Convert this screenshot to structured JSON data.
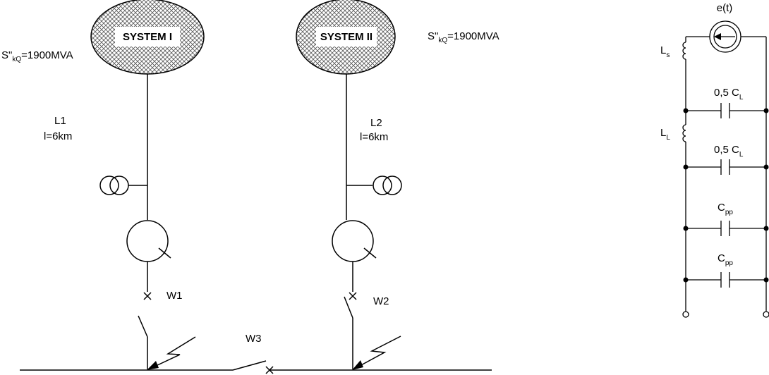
{
  "systems": [
    {
      "label": "SYSTEM I",
      "power_prefix": "S\"",
      "power_sub": "kQ",
      "power_value": "=1900MVA"
    },
    {
      "label": "SYSTEM II",
      "power_prefix": "S\"",
      "power_sub": "kQ",
      "power_value": "=1900MVA"
    }
  ],
  "lines": [
    {
      "name": "L1",
      "length": "l=6km"
    },
    {
      "name": "L2",
      "length": "l=6km"
    }
  ],
  "breakers": [
    "W1",
    "W2",
    "W3"
  ],
  "equivalent_circuit": {
    "source": "e(t)",
    "ls_main": "L",
    "ls_sub": "s",
    "ll_main": "L",
    "ll_sub": "L",
    "c_half_1_main": "0,5 C",
    "c_half_1_sub": "L",
    "c_half_2_main": "0,5 C",
    "c_half_2_sub": "L",
    "cpp_1_main": "C",
    "cpp_1_sub": "pp",
    "cpp_2_main": "C",
    "cpp_2_sub": "pp"
  }
}
